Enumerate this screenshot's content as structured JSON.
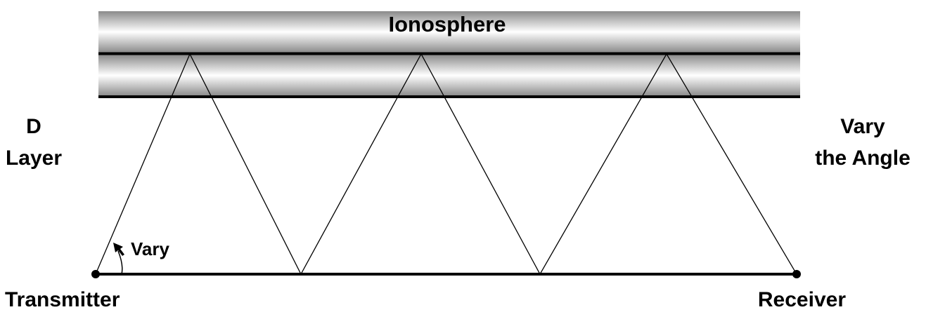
{
  "labels": {
    "ionosphere": "Ionosphere",
    "d_layer_line1": "D",
    "d_layer_line2": "Layer",
    "vary_angle_line1": "Vary",
    "vary_angle_line2": "the Angle",
    "vary": "Vary",
    "transmitter": "Transmitter",
    "receiver": "Receiver"
  },
  "colors": {
    "band_edge": "#8a8a8a",
    "band_center": "#ffffff",
    "line": "#000000"
  }
}
